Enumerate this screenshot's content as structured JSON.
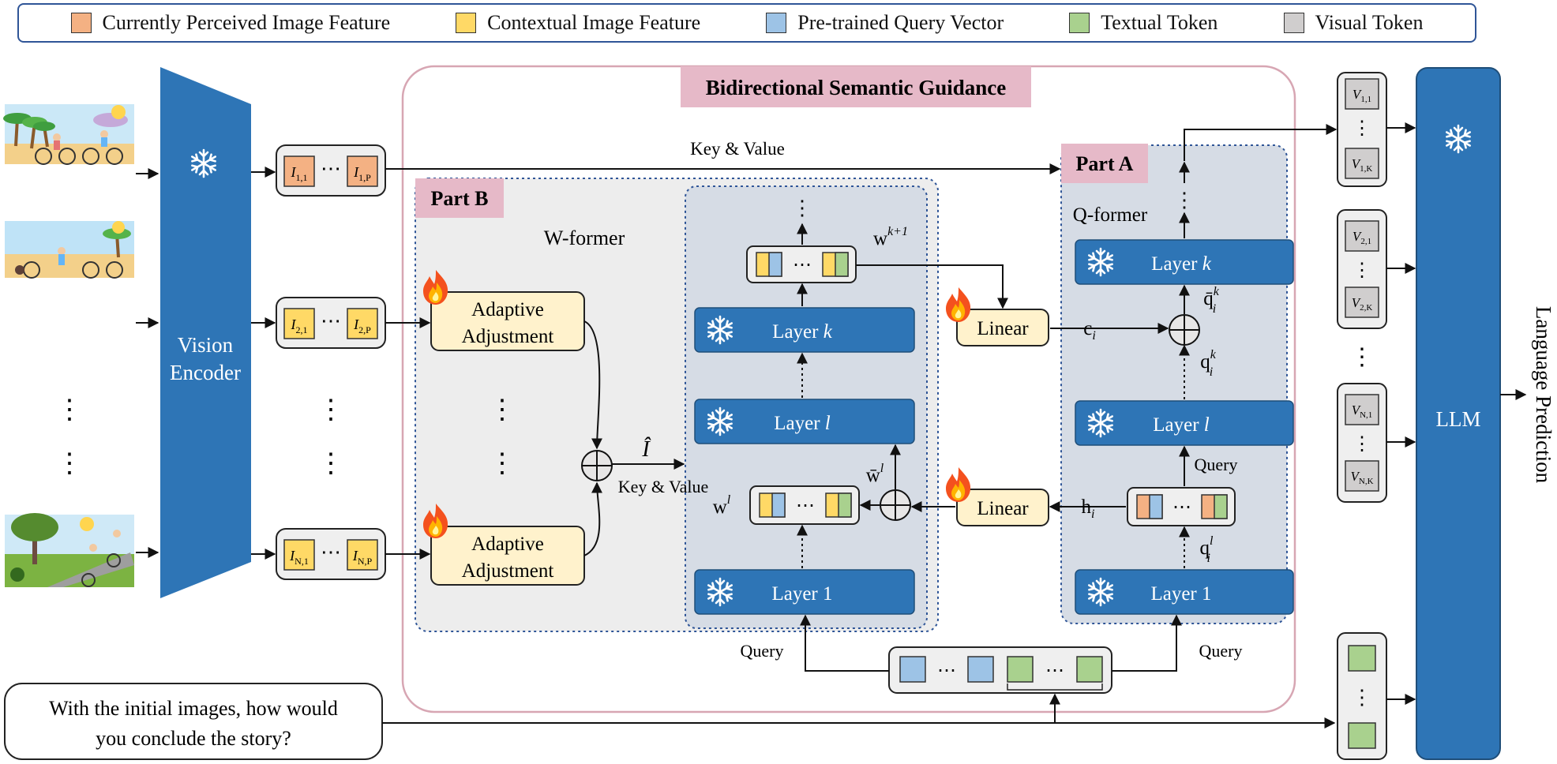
{
  "legend": [
    {
      "label": "Currently Perceived Image Feature",
      "color": "#f4b183"
    },
    {
      "label": "Contextual Image Feature",
      "color": "#ffd966"
    },
    {
      "label": "Pre-trained Query Vector",
      "color": "#9dc3e6"
    },
    {
      "label": "Textual Token",
      "color": "#a9d18e"
    },
    {
      "label": "Visual Token",
      "color": "#d0cece"
    }
  ],
  "colors": {
    "blue_block": "#2e75b6",
    "panel_bg": "#d6dce5",
    "partb_bg": "#ededed",
    "tag_bg": "#e6b9c8",
    "adaptive_bg": "#fff2cc",
    "outer_border": "#d7a6b3"
  },
  "vision_encoder": {
    "line1": "Vision",
    "line2": "Encoder"
  },
  "llm": {
    "label": "LLM"
  },
  "output": {
    "label": "Language Prediction"
  },
  "bsg": {
    "title": "Bidirectional Semantic Guidance"
  },
  "part_a": {
    "tag": "Part A",
    "name": "Q-former"
  },
  "part_b": {
    "tag": "Part B",
    "name": "W-former"
  },
  "adaptive": {
    "line1": "Adaptive",
    "line2": "Adjustment"
  },
  "layers": {
    "k": "Layer",
    "k_var": "k",
    "l": "Layer",
    "l_var": "l",
    "one": "Layer 1"
  },
  "linear": {
    "label": "Linear"
  },
  "arrows": {
    "key_value": "Key & Value",
    "key_value_2": "Key & Value",
    "query": "Query",
    "query_left": "Query",
    "query_right": "Query"
  },
  "math": {
    "wk1_base": "w",
    "wk1_sup": "k+1",
    "wl_base": "w",
    "wl_sup": "l",
    "wbar_base": "w̄",
    "wbar_sup": "l",
    "ihat": "Î",
    "ci_base": "c",
    "ci_sub": "i",
    "hi_base": "h",
    "hi_sub": "i",
    "qbar_base": "q̄",
    "qbar_sup": "k",
    "qbar_sub": "i",
    "qk_base": "q",
    "qk_sup": "k",
    "qk_sub": "i",
    "ql_base": "q",
    "ql_sup": "l",
    "ql_sub": "i"
  },
  "features": {
    "f1": {
      "first_base": "I",
      "first_sub": "1,1",
      "last_base": "I",
      "last_sub": "1,P"
    },
    "f2": {
      "first_base": "I",
      "first_sub": "2,1",
      "last_base": "I",
      "last_sub": "2,P"
    },
    "fN": {
      "first_base": "I",
      "first_sub": "N,1",
      "last_base": "I",
      "last_sub": "N,P"
    }
  },
  "visual_tokens": {
    "g1": {
      "top_base": "V",
      "top_sub": "1,1",
      "bot_base": "V",
      "bot_sub": "1,K"
    },
    "g2": {
      "top_base": "V",
      "top_sub": "2,1",
      "bot_base": "V",
      "bot_sub": "2,K"
    },
    "gN": {
      "top_base": "V",
      "top_sub": "N,1",
      "bot_base": "V",
      "bot_sub": "N,K"
    }
  },
  "prompt": {
    "line1": "With the initial images, how would",
    "line2": "you conclude the story?"
  },
  "ellipsis": "⋯",
  "vellipsis": "⋮"
}
